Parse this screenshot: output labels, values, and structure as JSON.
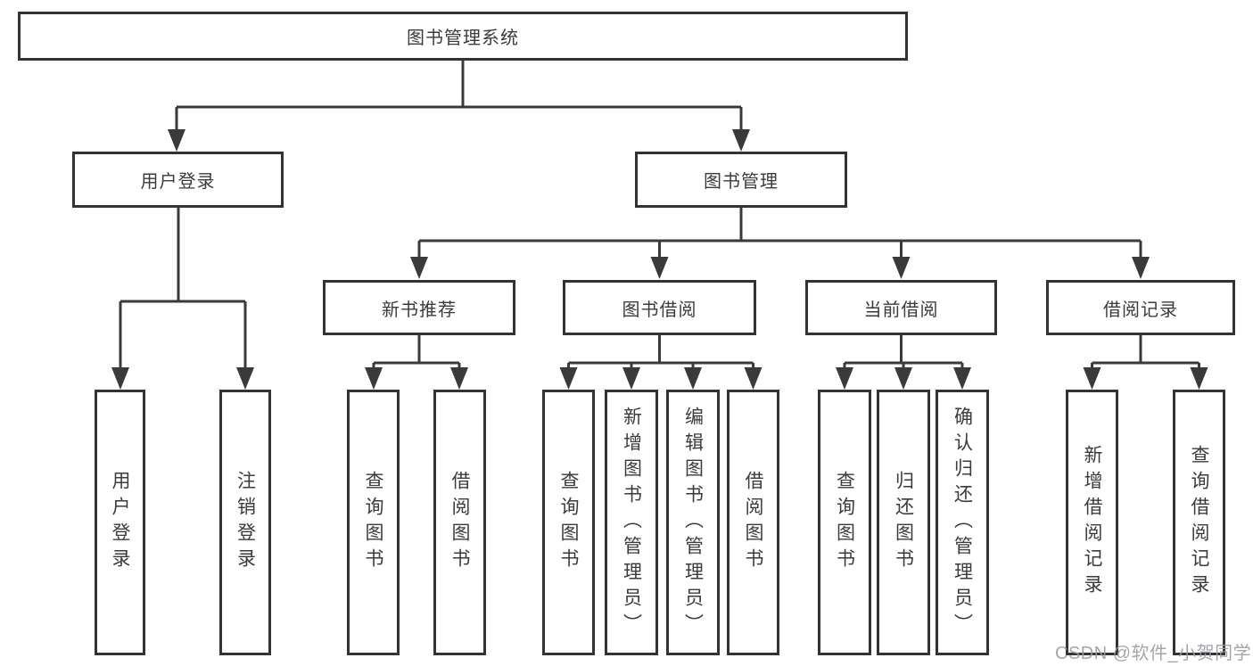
{
  "diagram": {
    "root": {
      "label": "图书管理系统"
    },
    "level2": [
      {
        "label": "用户登录"
      },
      {
        "label": "图书管理"
      }
    ],
    "level3": [
      {
        "label": "新书推荐"
      },
      {
        "label": "图书借阅"
      },
      {
        "label": "当前借阅"
      },
      {
        "label": "借阅记录"
      }
    ],
    "leaves": {
      "user_login": [
        "用户登录",
        "注销登录"
      ],
      "new_book_recommend": [
        "查询图书",
        "借阅图书"
      ],
      "book_borrow": [
        "查询图书",
        "新增图书（管理员）",
        "编辑图书（管理员）",
        "借阅图书"
      ],
      "current_borrow": [
        "查询图书",
        "归还图书",
        "确认归还（管理员）"
      ],
      "borrow_record": [
        "新增借阅记录",
        "查询借阅记录"
      ]
    }
  },
  "watermark": {
    "text": "CSDN @软件_小贺同学"
  },
  "colors": {
    "line": "#3a3a3a",
    "box_border": "#333333",
    "text": "#3b3b3b",
    "background": "#ffffff",
    "watermark": "#9c9ca4"
  }
}
